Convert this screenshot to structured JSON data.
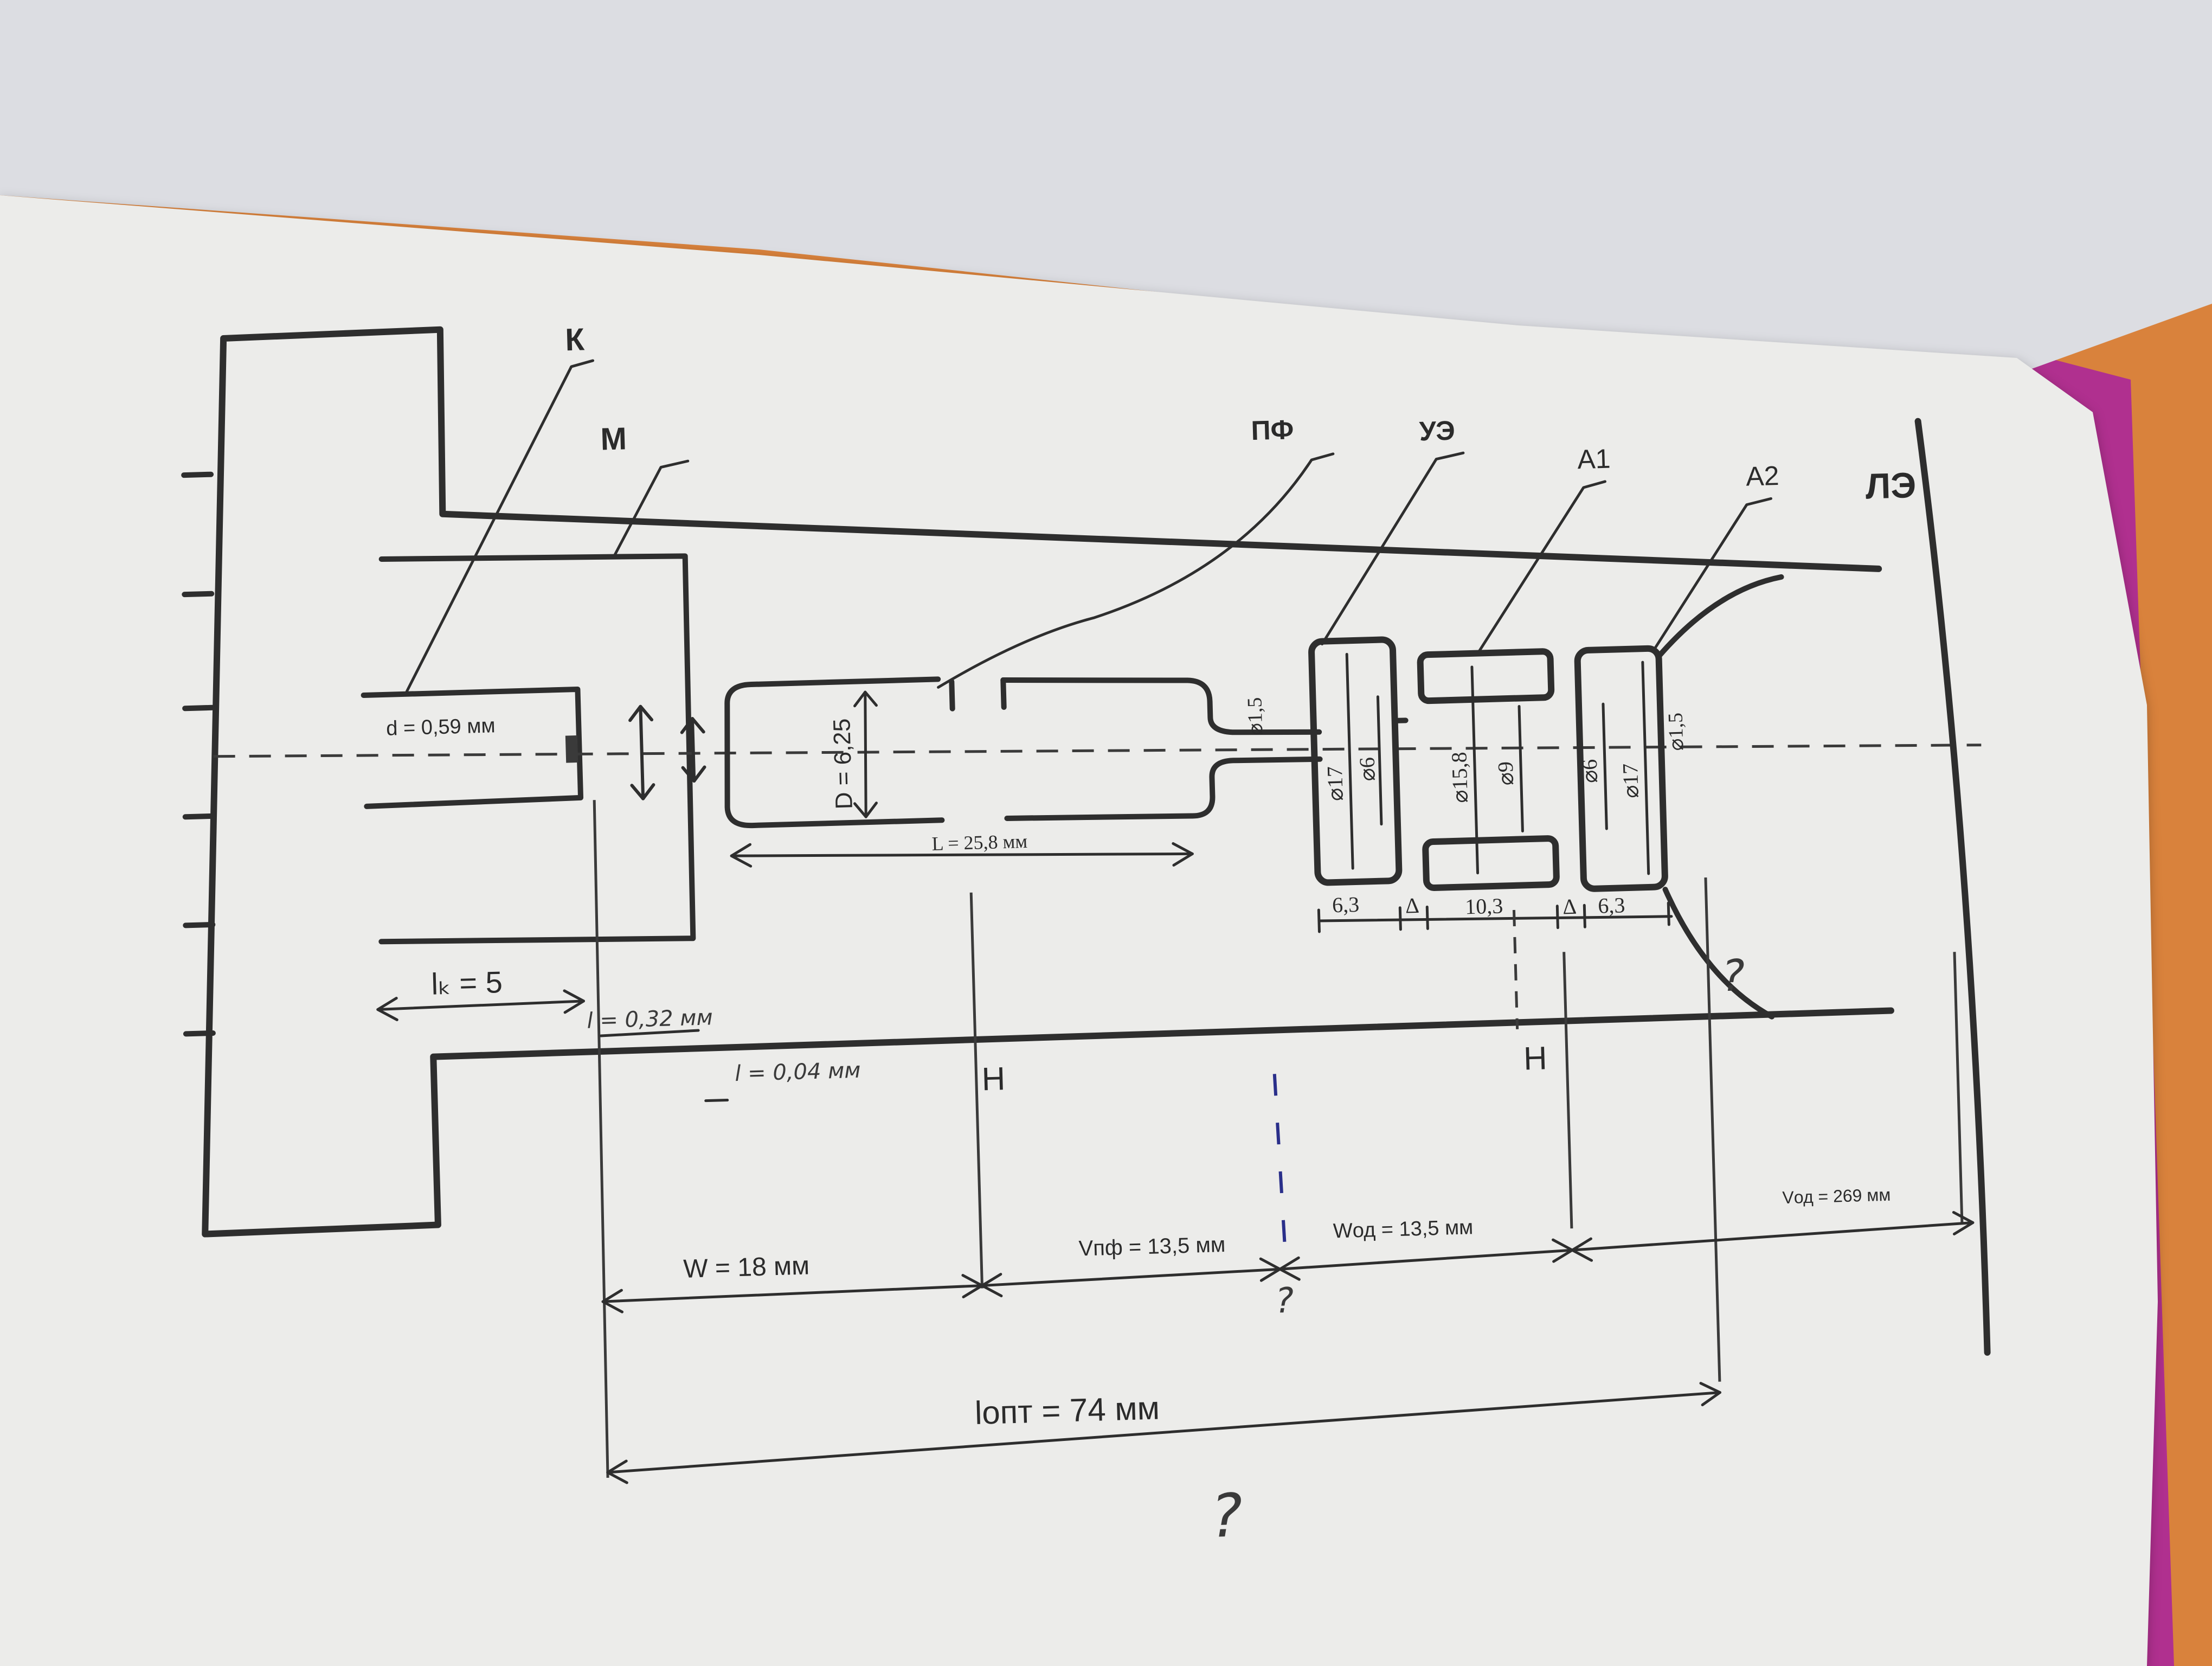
{
  "labels": {
    "K": "К",
    "M": "М",
    "PF": "ПФ",
    "UE": "УЭ",
    "A1": "А1",
    "A2": "А2",
    "LE": "ЛЭ"
  },
  "dims": {
    "d_main": "d = 0,59 мм",
    "D": "D = 6,25",
    "L": "L = 25,8 мм",
    "phi15a": "⌀1,5",
    "phi15b": "⌀1,5",
    "phi17a": "⌀17",
    "phi6a": "⌀6",
    "phi158": "⌀15,8",
    "phi9": "⌀9",
    "phi6b": "⌀6",
    "phi17b": "⌀17",
    "w63a": "6,3",
    "delta_a": "Δ",
    "w103": "10,3",
    "delta_b": "Δ",
    "w63b": "6,3",
    "lk": "lₖ = 5",
    "l032": "l = 0,32 мм",
    "l004": "l = 0,04 мм",
    "h_left": "H",
    "h_right": "H",
    "w18": "W = 18 мм",
    "vpf": "Vпф = 13,5 мм",
    "wod": "Wод = 13,5 мм",
    "vod": "Vод = 269 мм",
    "lopt": "lопт = 74 мм"
  },
  "marks": {
    "q1": "?",
    "q2": "?",
    "q3": "?"
  },
  "colors": {
    "paper": "#ececea",
    "ink": "#2e2e2e",
    "table": "#d9823c",
    "edge": "#b0308f",
    "blue_pen": "#2a2f8a"
  }
}
